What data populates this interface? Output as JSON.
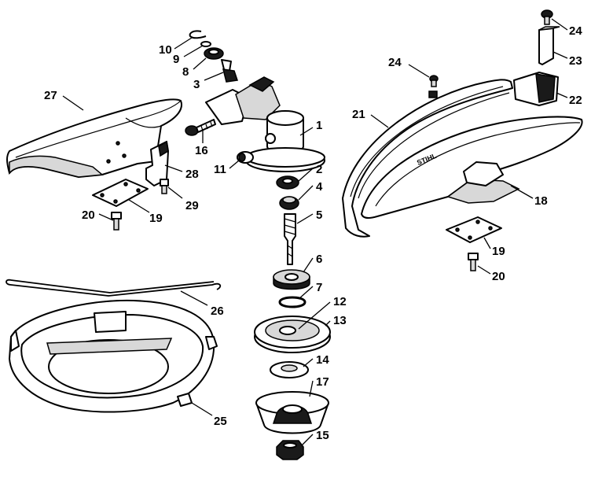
{
  "parts": [
    {
      "id": "p1",
      "number": "1"
    },
    {
      "id": "p2",
      "number": "2"
    },
    {
      "id": "p3",
      "number": "3"
    },
    {
      "id": "p4",
      "number": "4"
    },
    {
      "id": "p5",
      "number": "5"
    },
    {
      "id": "p6",
      "number": "6"
    },
    {
      "id": "p7",
      "number": "7"
    },
    {
      "id": "p8",
      "number": "8"
    },
    {
      "id": "p9",
      "number": "9"
    },
    {
      "id": "p10",
      "number": "10"
    },
    {
      "id": "p11",
      "number": "11"
    },
    {
      "id": "p12",
      "number": "12"
    },
    {
      "id": "p13",
      "number": "13"
    },
    {
      "id": "p14",
      "number": "14"
    },
    {
      "id": "p15",
      "number": "15"
    },
    {
      "id": "p16",
      "number": "16"
    },
    {
      "id": "p17",
      "number": "17"
    },
    {
      "id": "p18",
      "number": "18"
    },
    {
      "id": "p19a",
      "number": "19"
    },
    {
      "id": "p19b",
      "number": "19"
    },
    {
      "id": "p20a",
      "number": "20"
    },
    {
      "id": "p20b",
      "number": "20"
    },
    {
      "id": "p21",
      "number": "21"
    },
    {
      "id": "p22",
      "number": "22"
    },
    {
      "id": "p23",
      "number": "23"
    },
    {
      "id": "p24a",
      "number": "24"
    },
    {
      "id": "p24b",
      "number": "24"
    },
    {
      "id": "p25",
      "number": "25"
    },
    {
      "id": "p26",
      "number": "26"
    },
    {
      "id": "p27",
      "number": "27"
    },
    {
      "id": "p28",
      "number": "28"
    },
    {
      "id": "p29",
      "number": "29"
    }
  ],
  "guard_marking": "STIHL"
}
